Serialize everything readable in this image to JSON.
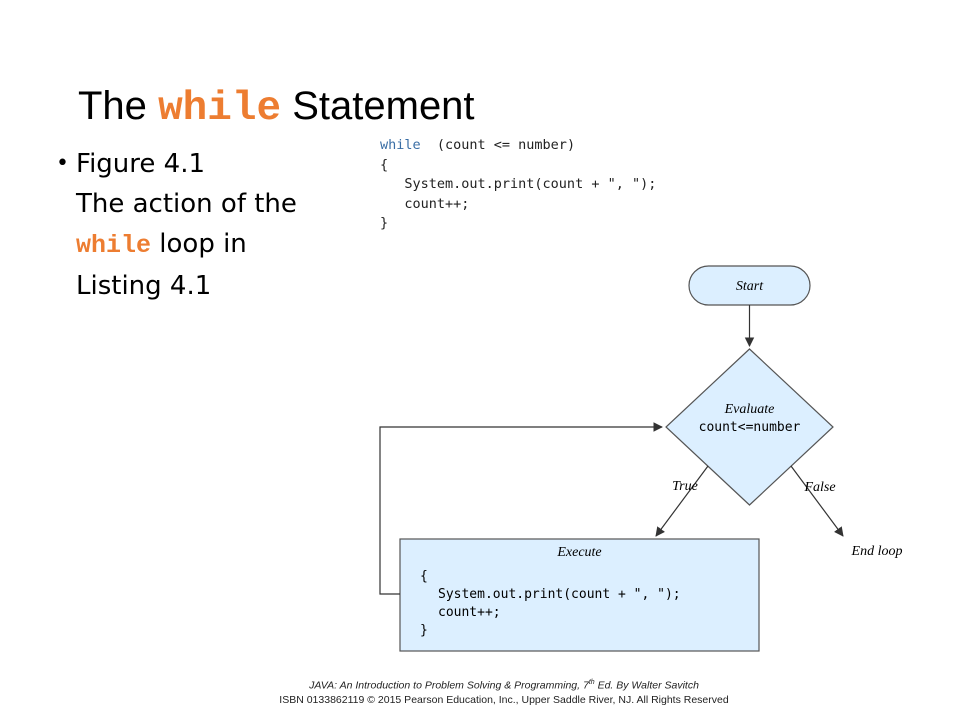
{
  "slide": {
    "title_prefix": "The",
    "title_keyword": "while",
    "title_suffix": "Statement",
    "bullet": {
      "line1": "Figure 4.1",
      "line2": "The action of the",
      "line3_keyword": "while",
      "line3_rest": " loop in",
      "line4": "Listing 4.1"
    }
  },
  "code_snippet": {
    "line1_keyword": "while",
    "line1_rest": "  (count <= number)",
    "line2": "{",
    "line3": "   System.out.print(count + \", \");",
    "line4": "   count++;",
    "line5": "}"
  },
  "flowchart": {
    "start_label": "Start",
    "evaluate_label": "Evaluate",
    "condition_label": "count<=number",
    "true_label": "True",
    "false_label": "False",
    "end_label": "End loop",
    "execute_title": "Execute",
    "execute_line1": "{",
    "execute_line2": "System.out.print(count + \", \");",
    "execute_line3": "count++;",
    "execute_line4": "}"
  },
  "footer": {
    "line1_main": "JAVA: An Introduction to Problem Solving & Programming, 7",
    "line1_sup": "th",
    "line1_end": " Ed. By Walter Savitch",
    "line2": "ISBN 0133862119 © 2015 Pearson Education, Inc., Upper Saddle River, NJ. All Rights Reserved"
  },
  "colors": {
    "keyword": "#ed7d31",
    "node_fill": "#dcefff",
    "code_keyword": "#3a6ea5"
  }
}
